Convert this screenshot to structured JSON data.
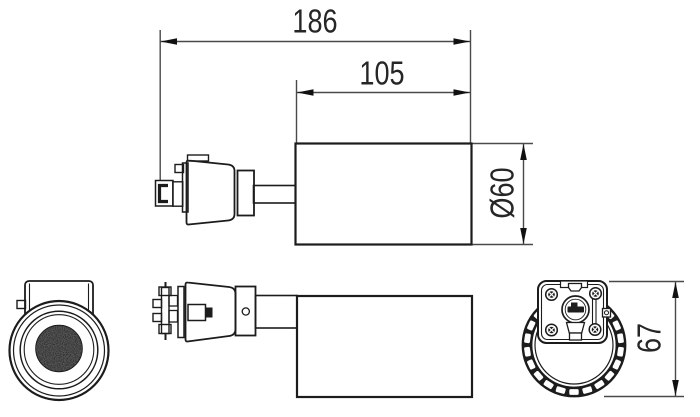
{
  "page": {
    "background": "#ffffff"
  },
  "drawing": {
    "type": "technical-drawing",
    "subject": "track spotlight luminaire orthographic views",
    "colors": {
      "outline": "#1c1c1c",
      "dimension_line": "#4a4a4a",
      "text": "#262626",
      "dark_fill": "#181818",
      "background": "#ffffff"
    },
    "dimensions": {
      "total_length": {
        "value": "186"
      },
      "body_length": {
        "value": "105"
      },
      "body_diameter": {
        "value": "Ø60"
      },
      "overall_height": {
        "value": "67"
      }
    }
  }
}
